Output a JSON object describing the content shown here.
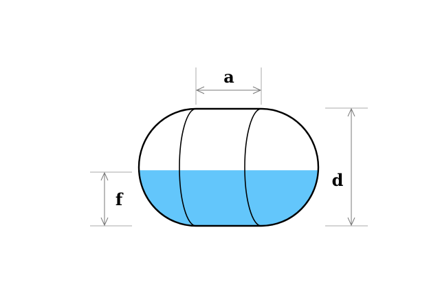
{
  "labels": {
    "a": "a",
    "d": "d",
    "f": "f"
  },
  "colors": {
    "liquid": "#63c6fb",
    "outline": "#000000",
    "dimension": "#777777",
    "extension": "#aaaaaa",
    "background": "#ffffff"
  }
}
